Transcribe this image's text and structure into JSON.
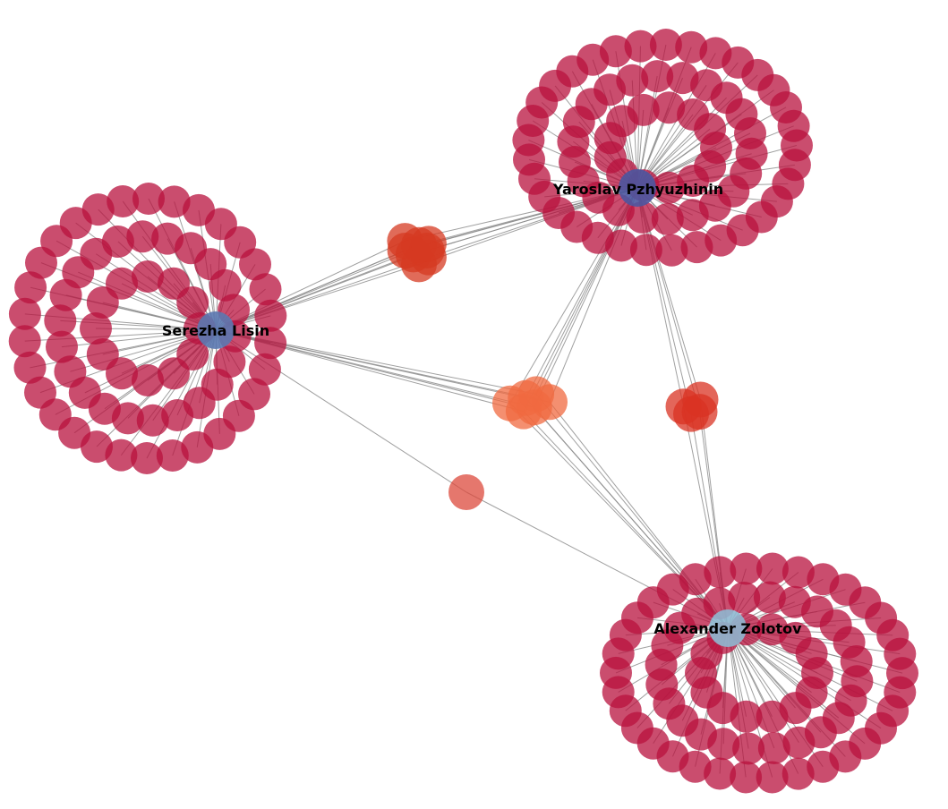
{
  "network": {
    "hubs": [
      {
        "id": "serezha",
        "label": "Serezha Lisin",
        "color": "#5b78b0"
      },
      {
        "id": "yaroslav",
        "label": "Yaroslav Pzhyuzhinin",
        "color": "#4b57a0"
      },
      {
        "id": "alexander",
        "label": "Alexander Zolotov",
        "color": "#8fb8d0"
      }
    ],
    "shared_groups": [
      {
        "hubs": [
          "serezha",
          "yaroslav"
        ],
        "count": 8,
        "color": "#d63a22"
      },
      {
        "hubs": [
          "serezha",
          "yaroslav",
          "alexander"
        ],
        "count": 6,
        "color": "#f06a40"
      },
      {
        "hubs": [
          "yaroslav",
          "alexander"
        ],
        "count": 4,
        "color": "#d93323"
      },
      {
        "hubs": [
          "serezha",
          "alexander"
        ],
        "count": 1,
        "color": "#dc4a3c"
      }
    ],
    "leaf_color": "#b8123e",
    "edge_color": "#888888"
  }
}
